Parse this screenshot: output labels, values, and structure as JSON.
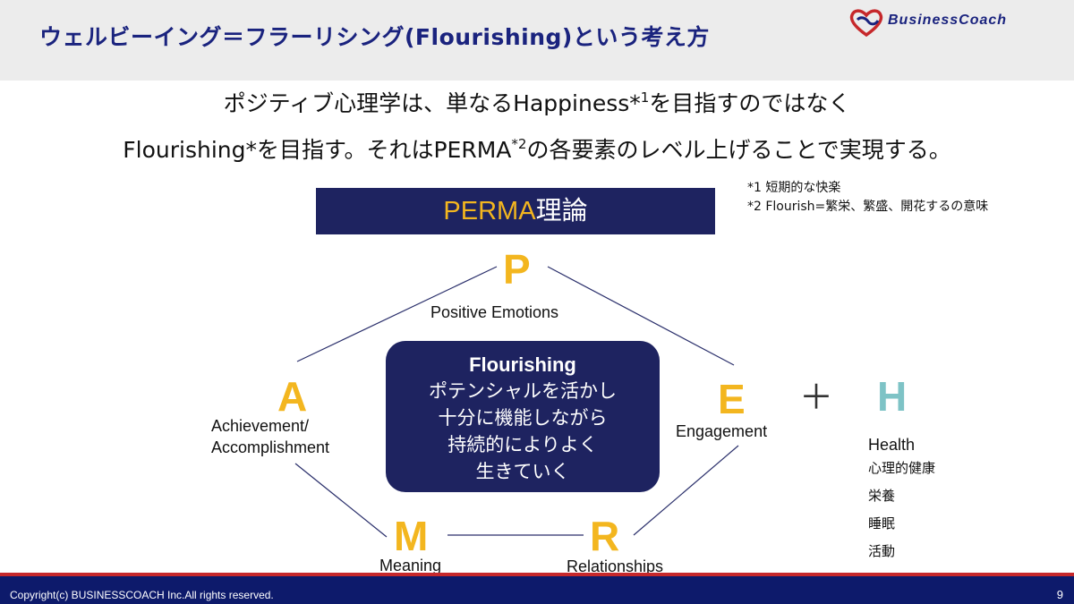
{
  "header": {
    "title": "ウェルビーイング＝フラーリシング(Flourishing)という考え方",
    "logo_text": "BusinessCoach"
  },
  "lead": {
    "line1_before": "ポジティブ心理学は、単なるHappiness*",
    "line1_sup": "1",
    "line1_after": "を目指すのではなく",
    "line2_before": "Flourishing*を目指す。それはPERMA",
    "line2_sup": "*2",
    "line2_after": "の各要素のレベル上げることで実現する。"
  },
  "notes": [
    "*1 短期的な快楽",
    "*2 Flourish=繁栄、繁盛、開花するの意味"
  ],
  "perma": {
    "title_accent": "PERMA",
    "title_rest": "理論"
  },
  "elements": {
    "P": {
      "letter": "P",
      "caption": "Positive Emotions"
    },
    "E": {
      "letter": "E",
      "caption": "Engagement"
    },
    "R": {
      "letter": "R",
      "caption": "Relationships"
    },
    "M": {
      "letter": "M",
      "caption": "Meaning"
    },
    "A": {
      "letter": "A",
      "caption_line1": "Achievement/",
      "caption_line2": "Accomplishment"
    }
  },
  "hub": {
    "title": "Flourishing",
    "lines": [
      "ポテンシャルを活かし",
      "十分に機能しながら",
      "持続的によりよく",
      "生きていく"
    ]
  },
  "extra": {
    "plus": "＋",
    "letter": "H",
    "label": "Health",
    "items": [
      "心理的健康",
      "栄養",
      "睡眠",
      "活動"
    ]
  },
  "footer": {
    "copyright": "Copyright(c) BUSINESSCOACH Inc.All rights reserved.",
    "page_number": "9"
  },
  "colors": {
    "navy": "#1e2360",
    "accent_yellow": "#f3b61f",
    "teal": "#7ec3c6",
    "footer_blue": "#0d1a6b",
    "footer_red": "#c6282b"
  }
}
